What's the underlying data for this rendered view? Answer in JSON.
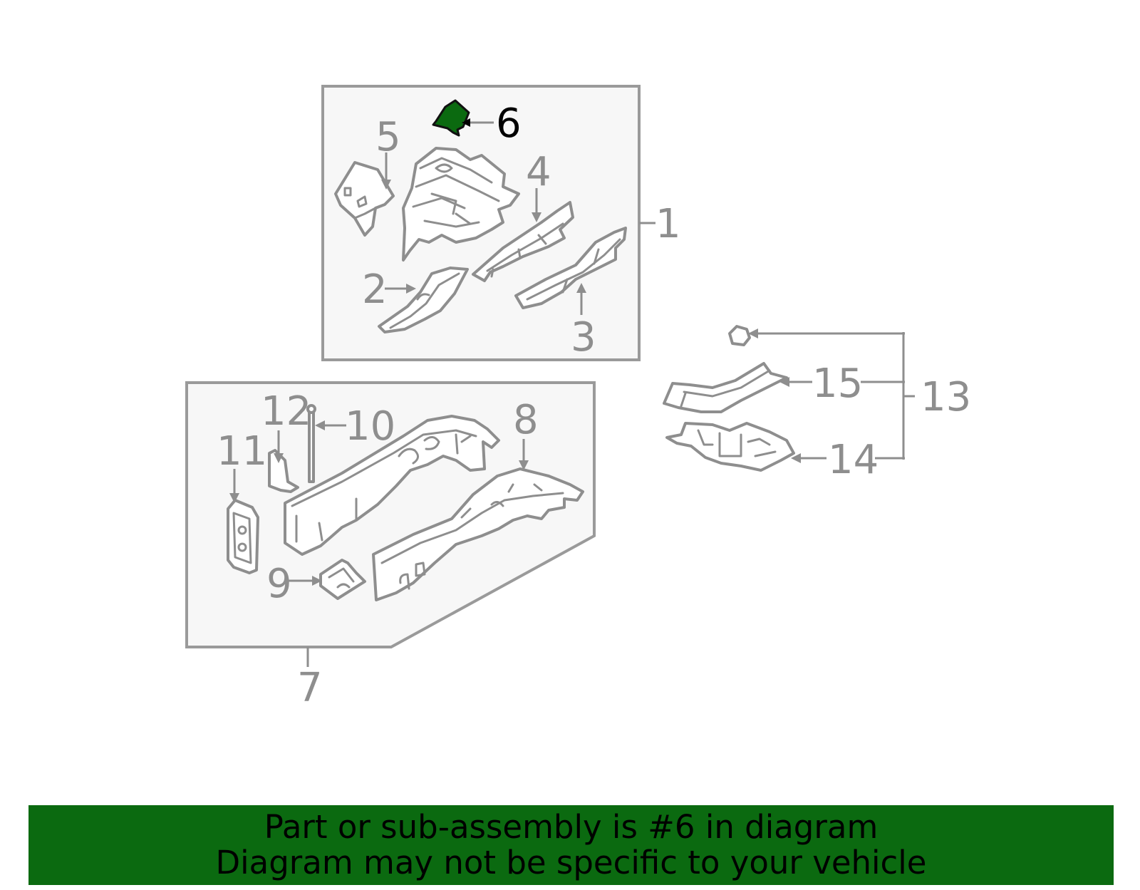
{
  "callouts": {
    "c1": "1",
    "c2": "2",
    "c3": "3",
    "c4": "4",
    "c5": "5",
    "c6": "6",
    "c7": "7",
    "c8": "8",
    "c9": "9",
    "c10": "10",
    "c11": "11",
    "c12": "12",
    "c13": "13",
    "c14": "14",
    "c15": "15"
  },
  "highlight": {
    "part": "6",
    "color": "#0b6a10"
  },
  "banner": {
    "line1": "Part or sub-assembly is #6 in diagram",
    "line2": "Diagram may not be specific to your vehicle",
    "color": "#0b6a10"
  }
}
